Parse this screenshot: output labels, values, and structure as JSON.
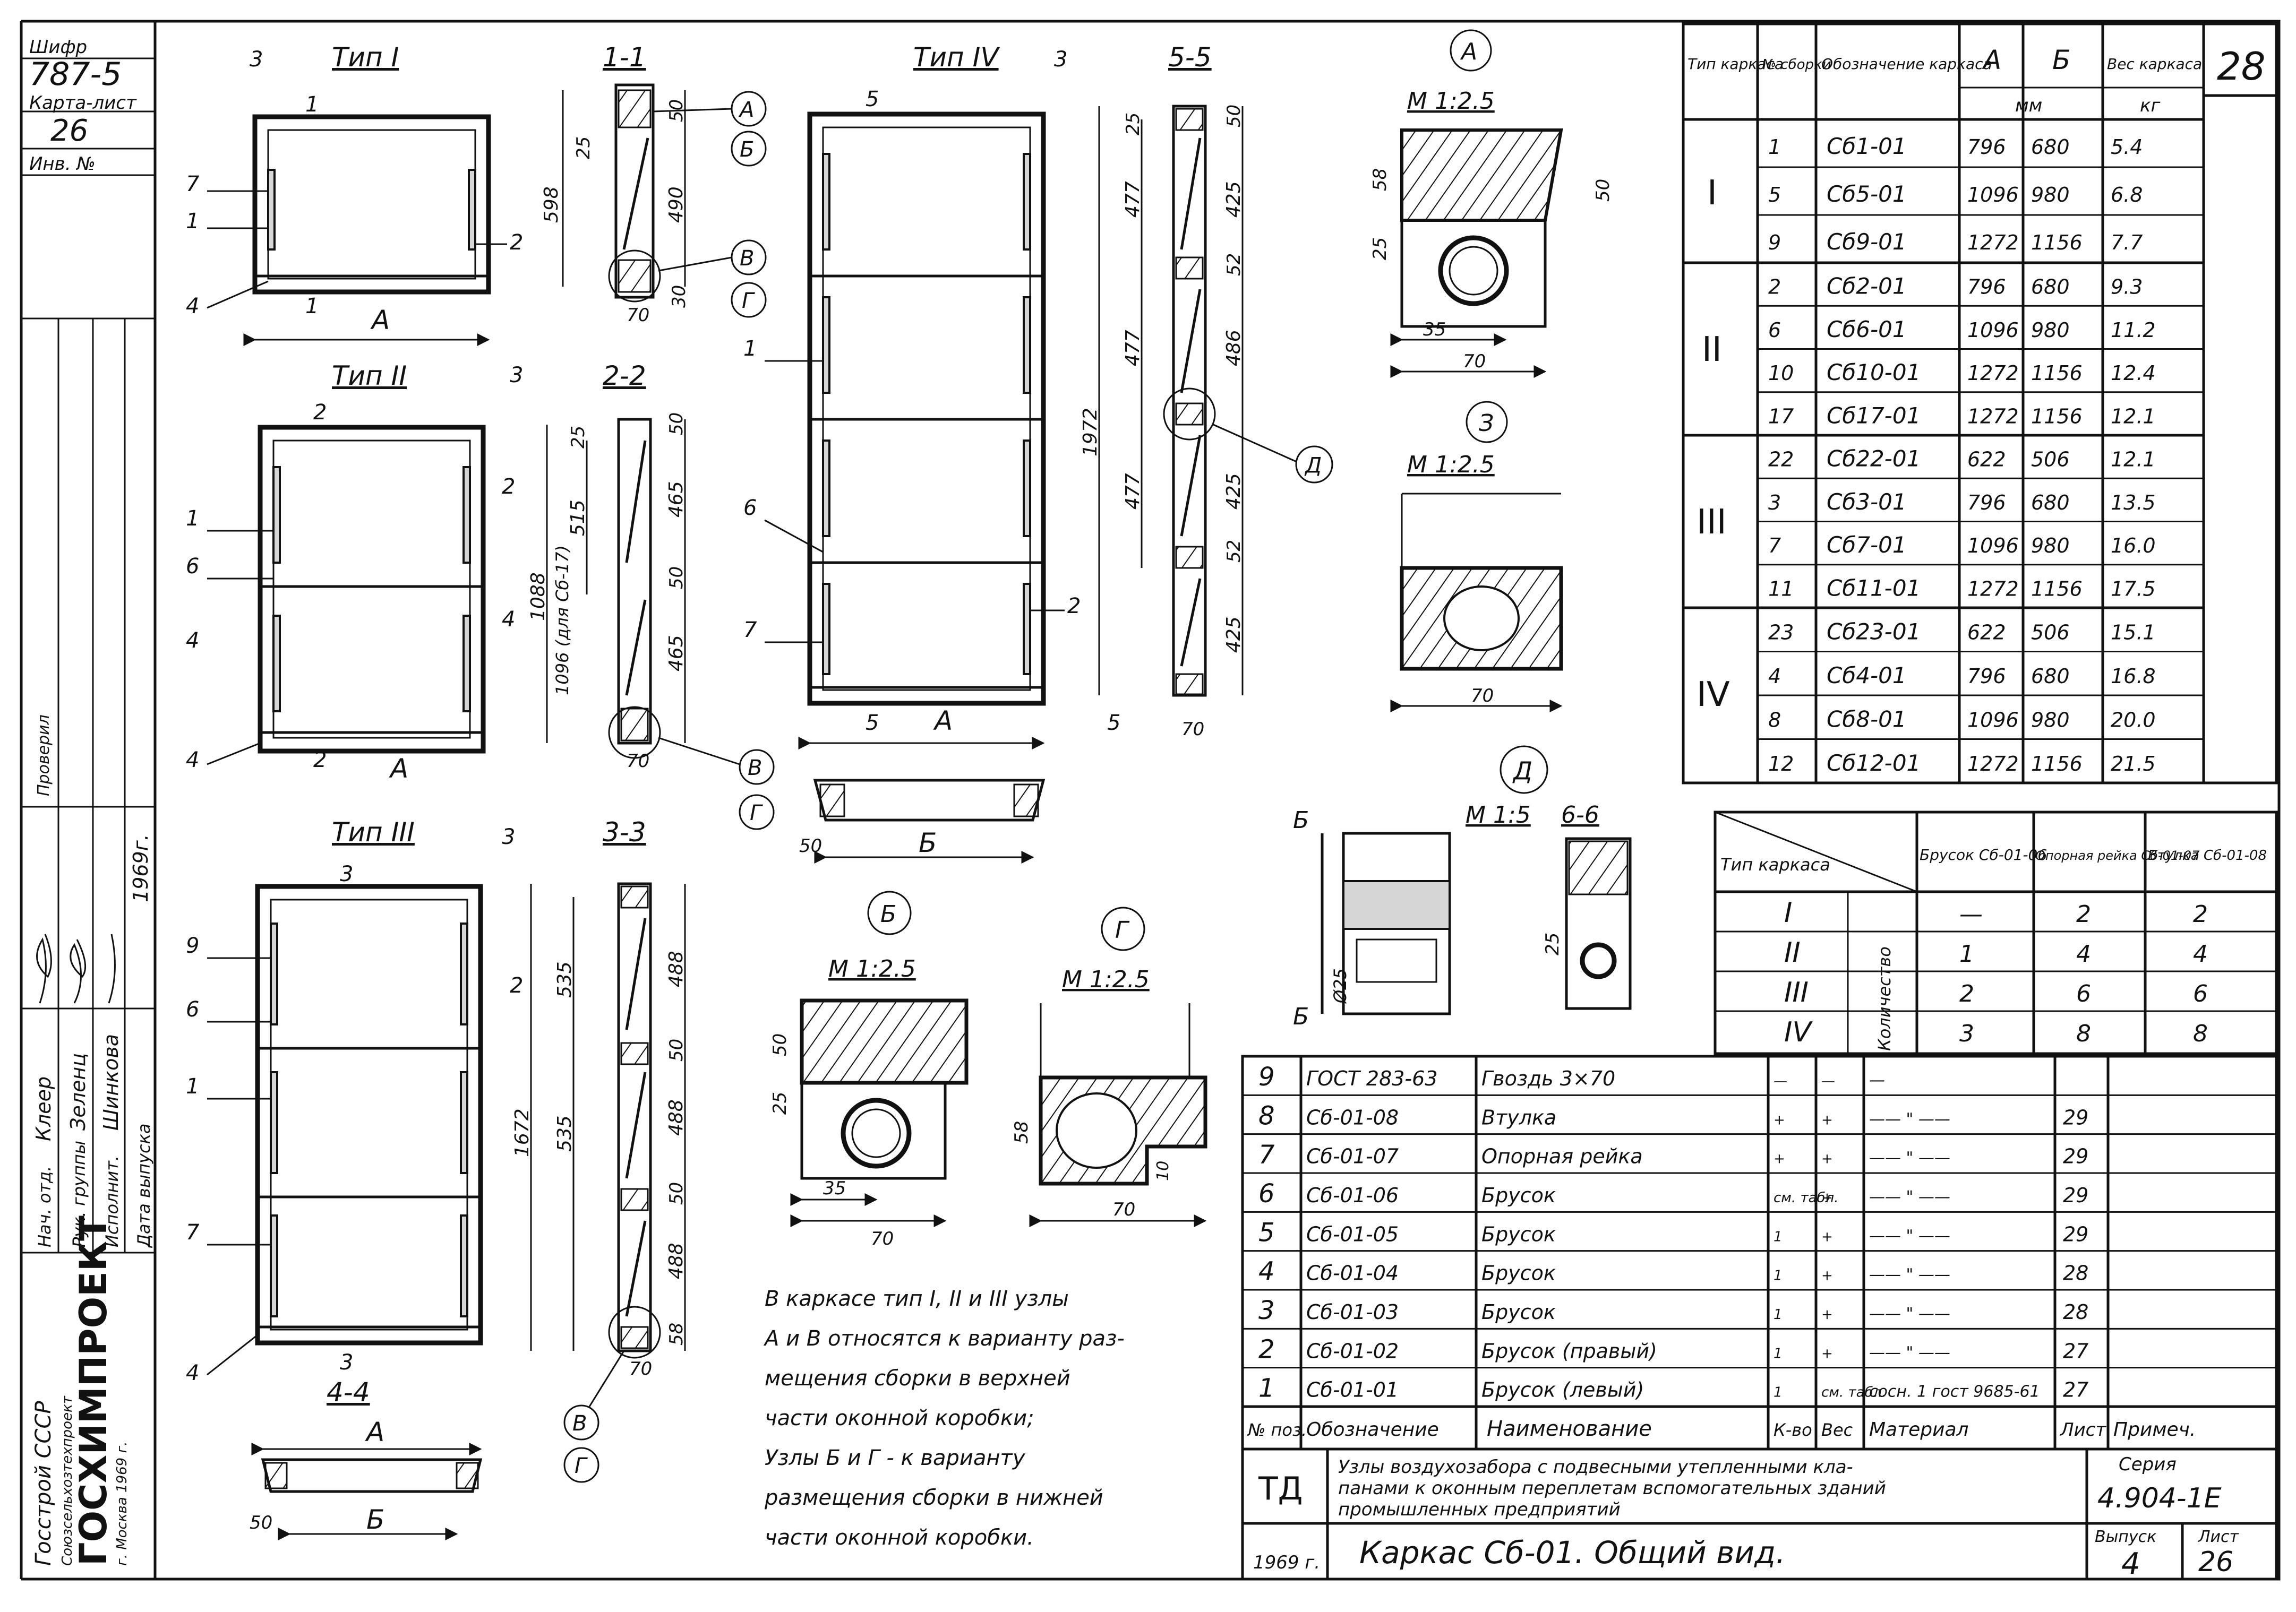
{
  "stamp": {
    "shifr_label": "Шифр",
    "shifr_value": "787-5",
    "karta_label": "Карта-лист",
    "karta_value": "26",
    "inv_label": "Инв. №",
    "org_line1": "Госстрой СССР",
    "org_line2": "Союзсельхозтехпроект",
    "org_name": "ГОСХИМПРОЕКТ",
    "org_city": "г. Москва 1969 г.",
    "year": "1969г.",
    "role1": "Нач. отд.",
    "name1": "Клеер",
    "role2": "Рук. группы",
    "name2": "Зеленц",
    "role3": "Исполнит.",
    "name3": "Шинкова",
    "role4": "Дата выпуска",
    "prov_label": "Проверил"
  },
  "page_number": "28",
  "views": {
    "type1": {
      "title": "Тип I",
      "section": "1-1"
    },
    "type2": {
      "title": "Тип II",
      "section": "2-2"
    },
    "type3": {
      "title": "Тип III",
      "section": "3-3"
    },
    "type4": {
      "title": "Тип IV",
      "section": "5-5"
    },
    "section44": "4-4",
    "section66": "6-6",
    "label_A": "А",
    "label_B": "Б",
    "n1": "1",
    "n2": "2",
    "n3": "3",
    "n4": "4",
    "n5": "5",
    "n6": "6",
    "n7": "7",
    "n9": "9",
    "dims1": [
      "598",
      "490",
      "25",
      "50",
      "70",
      "30"
    ],
    "dims2": [
      "1088",
      "1096 (для Сб-17)",
      "515",
      "465",
      "465",
      "25",
      "50",
      "50",
      "70"
    ],
    "dims3": [
      "1672",
      "535",
      "535",
      "488",
      "488",
      "488",
      "50",
      "50",
      "58",
      "70"
    ],
    "dims4": [
      "1972",
      "477",
      "477",
      "477",
      "425",
      "486",
      "425",
      "425",
      "25",
      "50",
      "52",
      "52",
      "70"
    ],
    "dims44": [
      "50",
      "А",
      "Б"
    ],
    "dims55": [
      "50",
      "А",
      "Б"
    ]
  },
  "details": {
    "A": {
      "letter": "А",
      "scale": "М 1:2.5",
      "dims": [
        "58",
        "50",
        "25",
        "35",
        "70"
      ]
    },
    "Z": {
      "letter": "З",
      "scale": "М 1:2.5",
      "dims": [
        "70"
      ]
    },
    "D": {
      "letter": "Д",
      "scale": "М 1:5",
      "dims": [
        "25",
        "Ø25",
        "Б"
      ]
    },
    "B": {
      "letter": "Б",
      "scale": "М 1:2.5",
      "dims": [
        "50",
        "25",
        "35",
        "70"
      ]
    },
    "G": {
      "letter": "Г",
      "scale": "М 1:2.5",
      "dims": [
        "58",
        "10",
        "70"
      ]
    },
    "callouts": [
      "А",
      "Б",
      "В",
      "Г",
      "В",
      "Г",
      "В",
      "Г",
      "Д"
    ]
  },
  "note": [
    "В каркасе тип I, II и III узлы",
    "А и В относятся к варианту раз-",
    "мещения сборки в верхней",
    "части оконной коробки;",
    "Узлы Б и Г - к варианту",
    "размещения сборки в нижней",
    "части оконной коробки."
  ],
  "frame_table": {
    "headers": [
      "Тип каркаса",
      "№ сборки",
      "Обозначение каркаса",
      "А",
      "Б",
      "Вес каркаса"
    ],
    "units": [
      "мм",
      "кг"
    ],
    "groups": [
      {
        "type": "I",
        "rows": [
          [
            "1",
            "Сб1-01",
            "796",
            "680",
            "5.4"
          ],
          [
            "5",
            "Сб5-01",
            "1096",
            "980",
            "6.8"
          ],
          [
            "9",
            "Сб9-01",
            "1272",
            "1156",
            "7.7"
          ]
        ]
      },
      {
        "type": "II",
        "rows": [
          [
            "2",
            "Сб2-01",
            "796",
            "680",
            "9.3"
          ],
          [
            "6",
            "Сб6-01",
            "1096",
            "980",
            "11.2"
          ],
          [
            "10",
            "Сб10-01",
            "1272",
            "1156",
            "12.4"
          ],
          [
            "17",
            "Сб17-01",
            "1272",
            "1156",
            "12.1"
          ]
        ]
      },
      {
        "type": "III",
        "rows": [
          [
            "22",
            "Сб22-01",
            "622",
            "506",
            "12.1"
          ],
          [
            "3",
            "Сб3-01",
            "796",
            "680",
            "13.5"
          ],
          [
            "7",
            "Сб7-01",
            "1096",
            "980",
            "16.0"
          ],
          [
            "11",
            "Сб11-01",
            "1272",
            "1156",
            "17.5"
          ]
        ]
      },
      {
        "type": "IV",
        "rows": [
          [
            "23",
            "Сб23-01",
            "622",
            "506",
            "15.1"
          ],
          [
            "4",
            "Сб4-01",
            "796",
            "680",
            "16.8"
          ],
          [
            "8",
            "Сб8-01",
            "1096",
            "980",
            "20.0"
          ],
          [
            "12",
            "Сб12-01",
            "1272",
            "1156",
            "21.5"
          ]
        ]
      }
    ]
  },
  "qty_table": {
    "corner": "Тип каркаса",
    "headers": [
      "Брусок Сб-01-06",
      "Опорная рейка Сб-01-07",
      "Втулка Сб-01-08"
    ],
    "side": "Количество",
    "rows": [
      [
        "I",
        "—",
        "2",
        "2"
      ],
      [
        "II",
        "1",
        "4",
        "4"
      ],
      [
        "III",
        "2",
        "6",
        "6"
      ],
      [
        "IV",
        "3",
        "8",
        "8"
      ]
    ]
  },
  "spec_table": {
    "headers": [
      "№ поз.",
      "Обозначение",
      "Наименование",
      "К-во",
      "Вес",
      "Материал",
      "Лист",
      "Примеч."
    ],
    "rows": [
      [
        "9",
        "ГОСТ 283-63",
        "Гвоздь 3×70",
        "—",
        "—",
        "—",
        "",
        ""
      ],
      [
        "8",
        "Сб-01-08",
        "Втулка",
        "+",
        "+",
        "—— \" ——",
        "29",
        ""
      ],
      [
        "7",
        "Сб-01-07",
        "Опорная рейка",
        "+",
        "+",
        "—— \" ——",
        "29",
        ""
      ],
      [
        "6",
        "Сб-01-06",
        "Брусок",
        "см. табл.",
        "+",
        "—— \" ——",
        "29",
        ""
      ],
      [
        "5",
        "Сб-01-05",
        "Брусок",
        "1",
        "+",
        "—— \" ——",
        "29",
        ""
      ],
      [
        "4",
        "Сб-01-04",
        "Брусок",
        "1",
        "+",
        "—— \" ——",
        "28",
        ""
      ],
      [
        "3",
        "Сб-01-03",
        "Брусок",
        "1",
        "+",
        "—— \" ——",
        "28",
        ""
      ],
      [
        "2",
        "Сб-01-02",
        "Брусок (правый)",
        "1",
        "+",
        "—— \" ——",
        "27",
        ""
      ],
      [
        "1",
        "Сб-01-01",
        "Брусок (левый)",
        "1",
        "см. табл.",
        "сосн. 1 гост 9685-61",
        "27",
        ""
      ]
    ]
  },
  "title_block": {
    "td": "ТД",
    "desc_line1": "Узлы воздухозабора с подвесными утепленными кла-",
    "desc_line2": "панами к оконным переплетам вспомогательных зданий",
    "desc_line3": "промышленных предприятий",
    "series_label": "Серия",
    "series_value": "4.904-1Е",
    "year": "1969 г.",
    "sheet_title": "Каркас Сб-01. Общий вид.",
    "issue_label": "Выпуск",
    "issue_value": "4",
    "list_label": "Лист",
    "list_value": "26"
  }
}
